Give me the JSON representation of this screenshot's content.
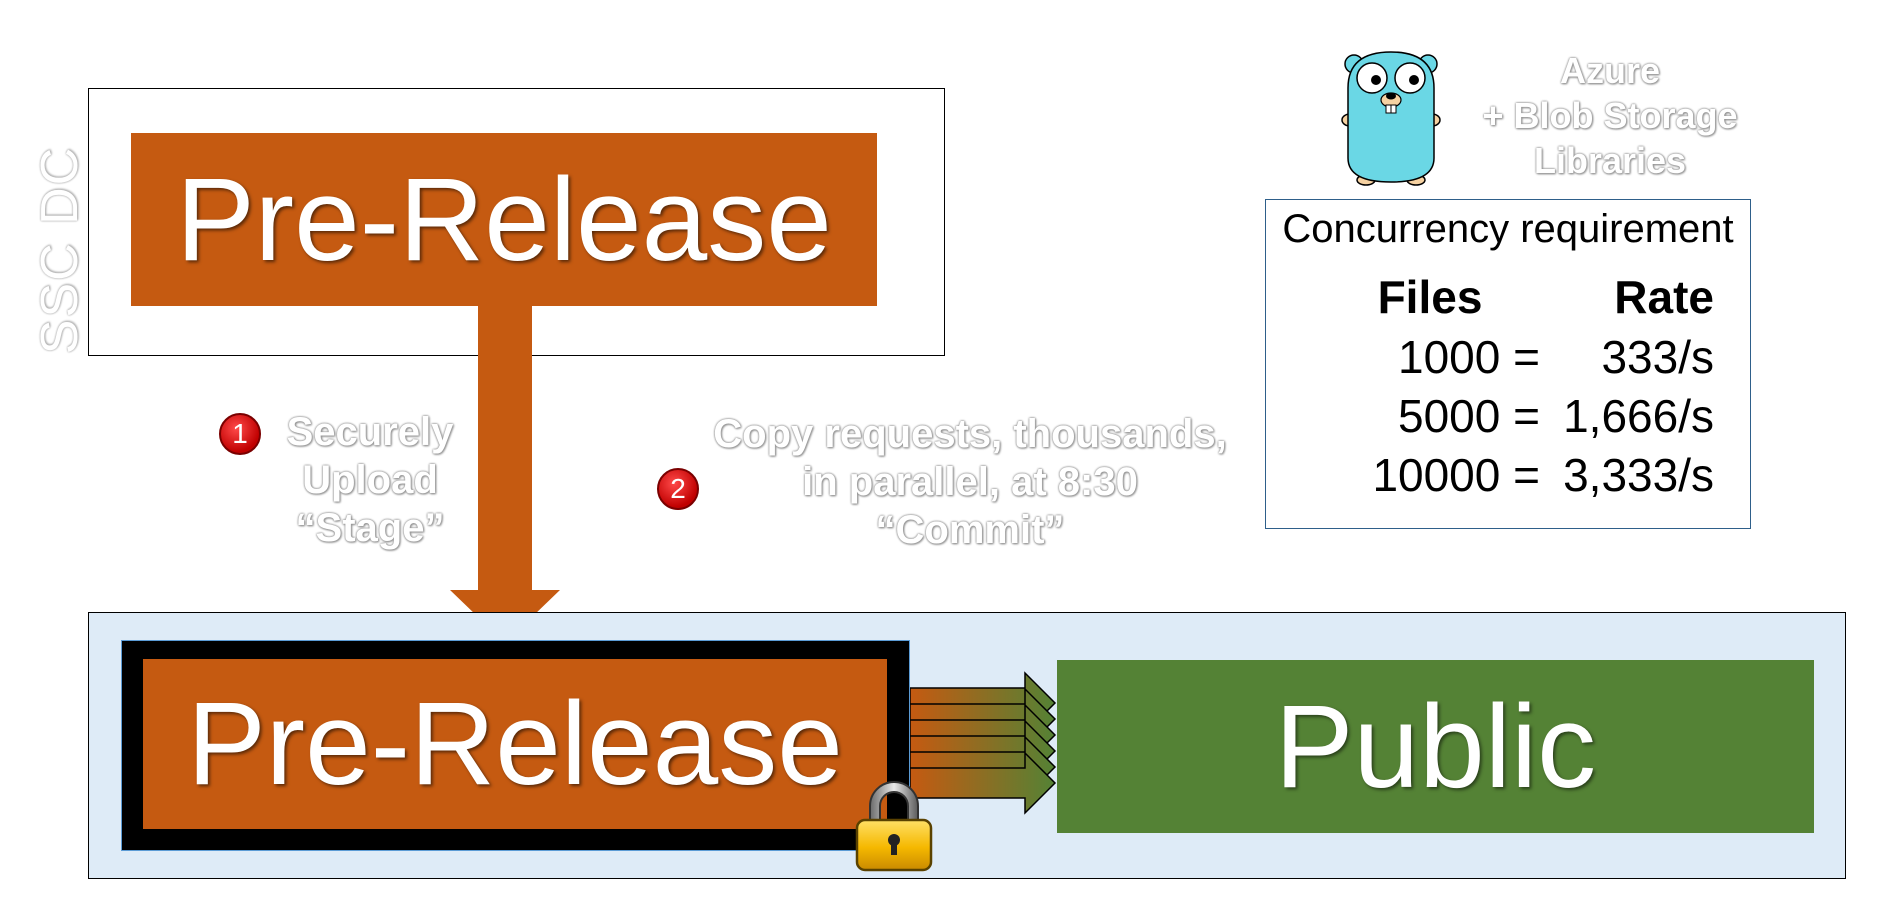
{
  "datacenter_label": "SSC DC",
  "boxes": {
    "pre_release_top": "Pre-Release",
    "pre_release_bottom": "Pre-Release",
    "public": "Public"
  },
  "steps": [
    {
      "number": "1",
      "lines": [
        "Securely",
        "Upload",
        "“Stage”"
      ]
    },
    {
      "number": "2",
      "lines": [
        "Copy requests, thousands,",
        "in parallel, at 8:30",
        "“Commit”"
      ]
    }
  ],
  "library": {
    "lines": [
      "Azure",
      "+ Blob Storage",
      "Libraries"
    ],
    "mascot_icon": "gopher-icon"
  },
  "concurrency": {
    "title": "Concurrency requirement",
    "headers": {
      "files": "Files",
      "rate": "Rate"
    },
    "rows": [
      {
        "files": "1000 =",
        "rate": "333/s"
      },
      {
        "files": "5000 =",
        "rate": "1,666/s"
      },
      {
        "files": "10000 =",
        "rate": "3,333/s"
      }
    ]
  },
  "icons": {
    "lock": "lock-icon"
  },
  "colors": {
    "orange": "#c55a11",
    "green": "#548235",
    "light_blue": "#deebf7",
    "badge_red": "#c00000"
  }
}
